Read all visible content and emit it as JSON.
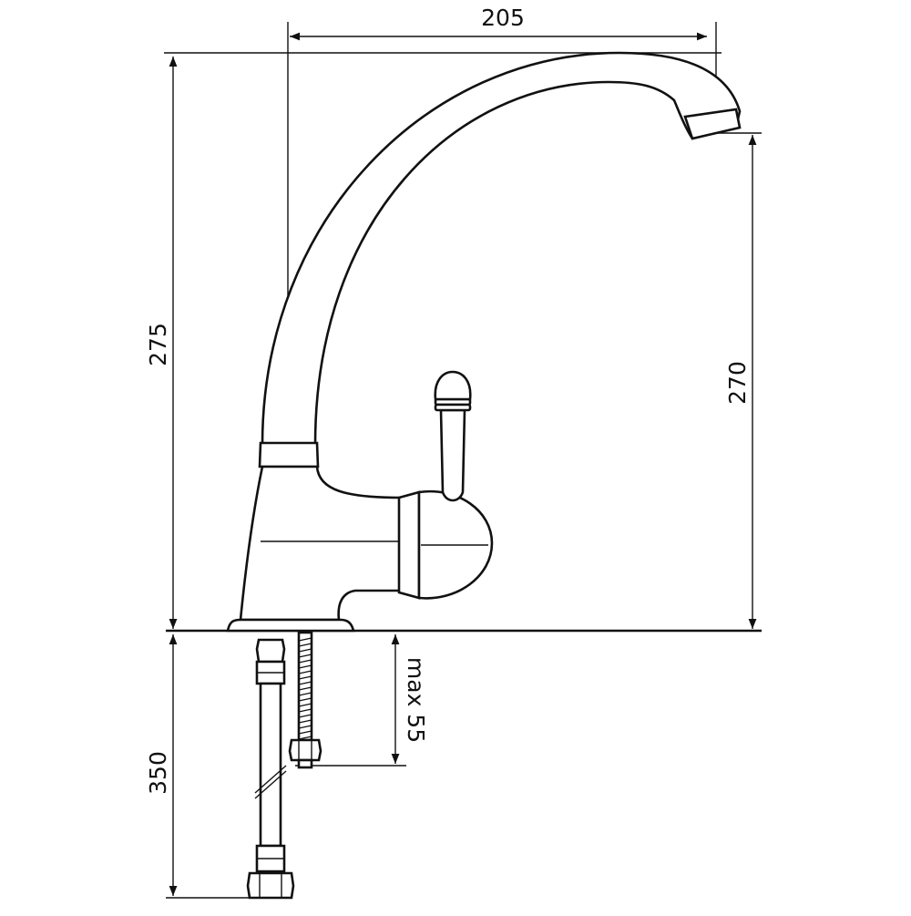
{
  "dimensions": {
    "spout_reach": "205",
    "overall_height": "275",
    "spout_height": "270",
    "hose_length": "350",
    "max_thickness": "max 55"
  },
  "colors": {
    "line": "#111111",
    "background": "#ffffff"
  }
}
